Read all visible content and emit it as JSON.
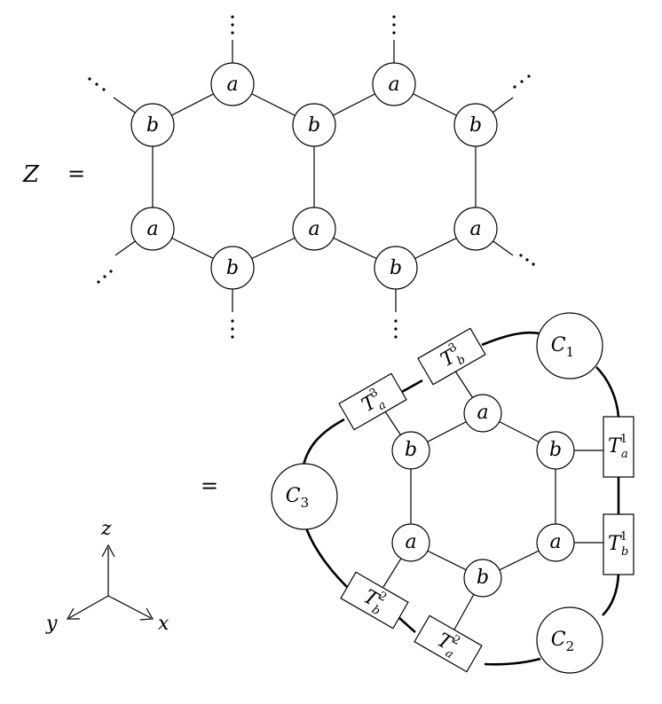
{
  "equation": {
    "lhs_symbol": "Z",
    "equals_1": "=",
    "equals_2": "="
  },
  "top_lattice": {
    "sublattice_a": "a",
    "sublattice_b": "b"
  },
  "bottom_network": {
    "corners": {
      "c1": {
        "base": "C",
        "sub": "1"
      },
      "c2": {
        "base": "C",
        "sub": "2"
      },
      "c3": {
        "base": "C",
        "sub": "3"
      }
    },
    "tensors": {
      "ta1": {
        "base": "T",
        "sub": "a",
        "sup": "1"
      },
      "tb1": {
        "base": "T",
        "sub": "b",
        "sup": "1"
      },
      "ta2": {
        "base": "T",
        "sub": "a",
        "sup": "2"
      },
      "tb2": {
        "base": "T",
        "sub": "b",
        "sup": "2"
      },
      "ta3": {
        "base": "T",
        "sub": "a",
        "sup": "3"
      },
      "tb3": {
        "base": "T",
        "sub": "b",
        "sup": "3"
      }
    },
    "site_a": "a",
    "site_b": "b"
  },
  "axes": {
    "z_label": "z",
    "y_label": "y",
    "x_label": "x"
  }
}
